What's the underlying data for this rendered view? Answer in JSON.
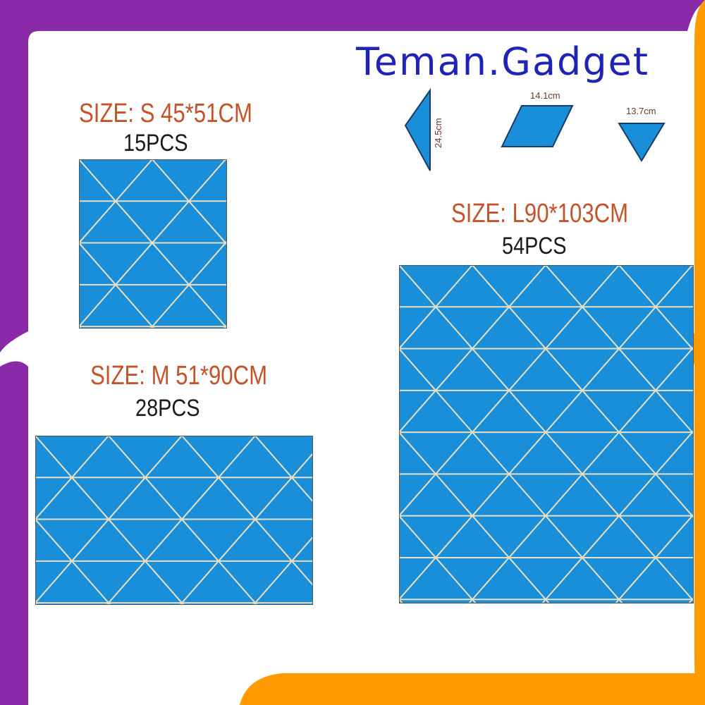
{
  "brand": "Teman.Gadget",
  "colors": {
    "tile": "#1a8fd9",
    "grout": "#e8dfc4",
    "purple": "#8a2aa8",
    "orange": "#ff9a00",
    "title": "#1e24b8",
    "size_text": "#c4532a"
  },
  "pieces": {
    "height_label": "24.5cm",
    "rhombus_label": "14.1cm",
    "triangle_label": "13.7cm"
  },
  "small": {
    "size_label": "SIZE: S 45*51CM",
    "pcs_label": "15PCS"
  },
  "medium": {
    "size_label": "SIZE: M 51*90CM",
    "pcs_label": "28PCS"
  },
  "large": {
    "size_label": "SIZE: L90*103CM",
    "pcs_label": "54PCS"
  }
}
